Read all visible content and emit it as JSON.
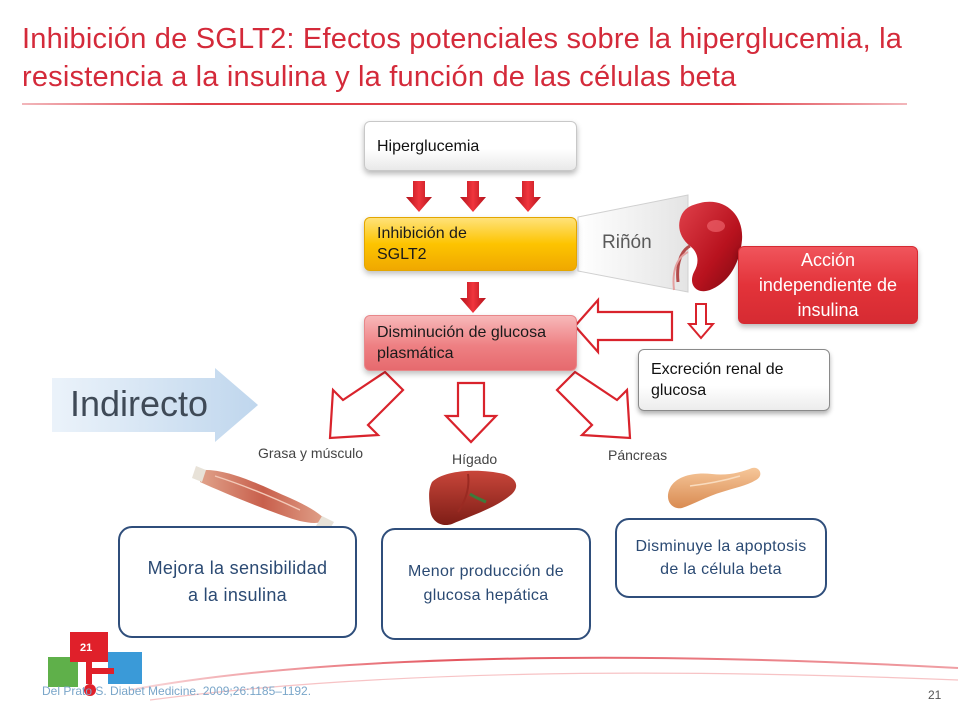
{
  "title": "Inhibición de SGLT2: Efectos potenciales sobre la hiperglucemia, la resistencia a la insulina y la función de las células beta",
  "flow": {
    "hyperglycemia": "Hiperglucemia",
    "sglt2_inhibition": "Inhibición de SGLT2",
    "kidney_label": "Riñón",
    "plasma_glucose_decrease": "Disminución de glucosa plasmática",
    "renal_excretion": "Excreción renal de glucosa",
    "insulin_independent": "Acción independiente de insulina",
    "indirect": "Indirecto"
  },
  "organs": {
    "fat_muscle": "Grasa y músculo",
    "liver": "Hígado",
    "pancreas": "Páncreas"
  },
  "effects": {
    "insulin_sensitivity": "Mejora la sensibilidad a la insulina",
    "hepatic_glucose": "Menor producción de glucosa hepática",
    "beta_apoptosis": "Disminuye la apoptosis de la célula beta"
  },
  "footer": {
    "citation": "Del Prato S. Diabet Medicine. 2009;26:1185–1192.",
    "page_number": "21",
    "logo_number": "21"
  },
  "colors": {
    "title_red": "#d42a3a",
    "arrow_red": "#e0202a",
    "effect_border": "#2f4e7b",
    "indirect_arrow": "#cfe0f1"
  }
}
